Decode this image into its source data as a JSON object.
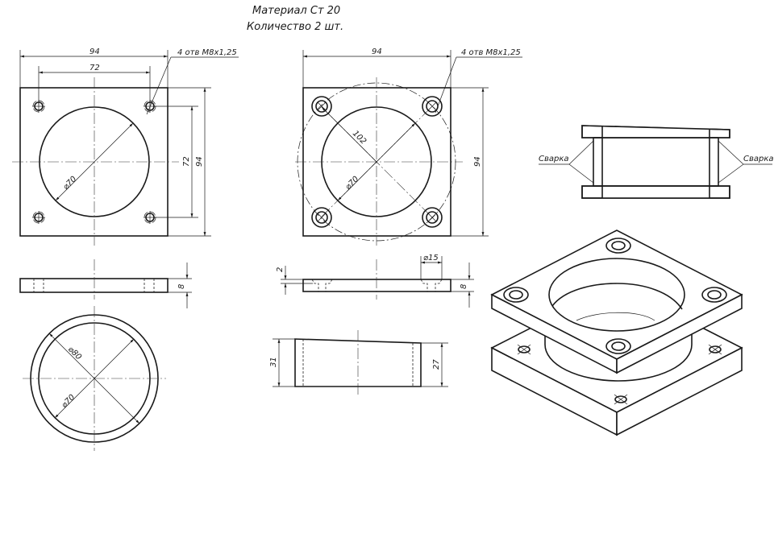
{
  "title": {
    "material": "Материал Ст 20",
    "quantity": "Количество 2 шт."
  },
  "view1": {
    "dim_width": "94",
    "dim_hole_spacing": "72",
    "holes_note": "4 отв M8x1,25",
    "dim_bore": "⌀70",
    "dim_side_spacing": "72",
    "dim_side": "94",
    "dim_thickness": "8"
  },
  "view2": {
    "dim_width": "94",
    "holes_note": "4 отв M8x1,25",
    "dim_bolt_circle": "102",
    "dim_bore": "⌀70",
    "dim_side": "94",
    "dim_counterbore": "⌀15",
    "dim_cb_depth": "2",
    "dim_thickness": "8"
  },
  "ring": {
    "dim_outer": "⌀80",
    "dim_inner": "⌀70",
    "dim_height_left": "31",
    "dim_height_right": "27"
  },
  "weld": {
    "left_label": "Сварка",
    "right_label": "Сварка"
  }
}
